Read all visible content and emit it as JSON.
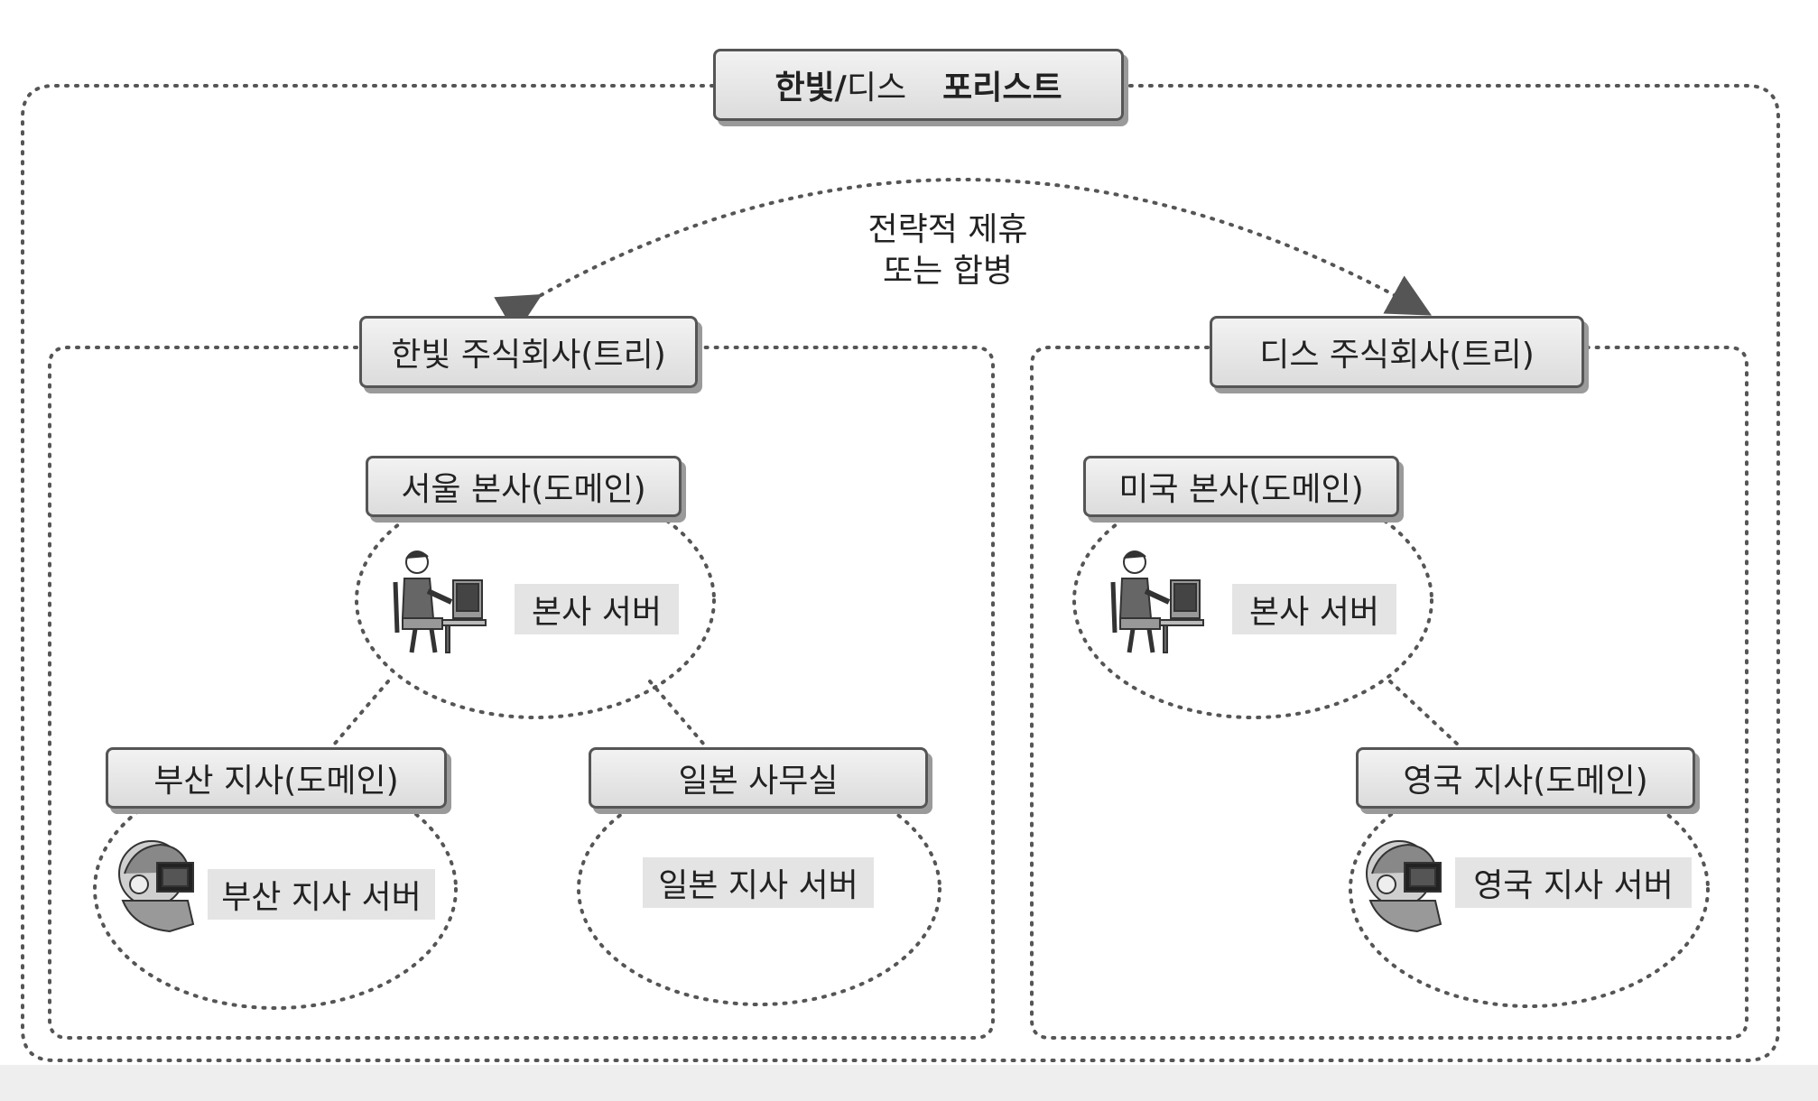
{
  "forest": {
    "name_part1": "한빛/",
    "name_part2": "디스",
    "name_part3": "포리스트"
  },
  "relation": {
    "line1": "전략적 제휴",
    "line2": "또는 합병"
  },
  "trees": [
    {
      "title": "한빛 주식회사(트리)",
      "root_domain": {
        "title": "서울 본사(도메인)",
        "server": "본사 서버"
      },
      "children": [
        {
          "title": "부산 지사(도메인)",
          "server": "부산 지사 서버"
        },
        {
          "title": "일본 사무실",
          "server": "일본 지사 서버"
        }
      ]
    },
    {
      "title": "디스 주식회사(트리)",
      "root_domain": {
        "title": "미국 본사(도메인)",
        "server": "본사 서버"
      },
      "children": [
        {
          "title": "영국 지사(도메인)",
          "server": "영국 지사 서버"
        }
      ]
    }
  ],
  "icons": [
    "person-at-computer-icon",
    "operator-at-monitor-icon"
  ],
  "colors": {
    "line": "#555555",
    "box_fill": "#e4e4e4",
    "shadow": "#9a9a9a"
  }
}
